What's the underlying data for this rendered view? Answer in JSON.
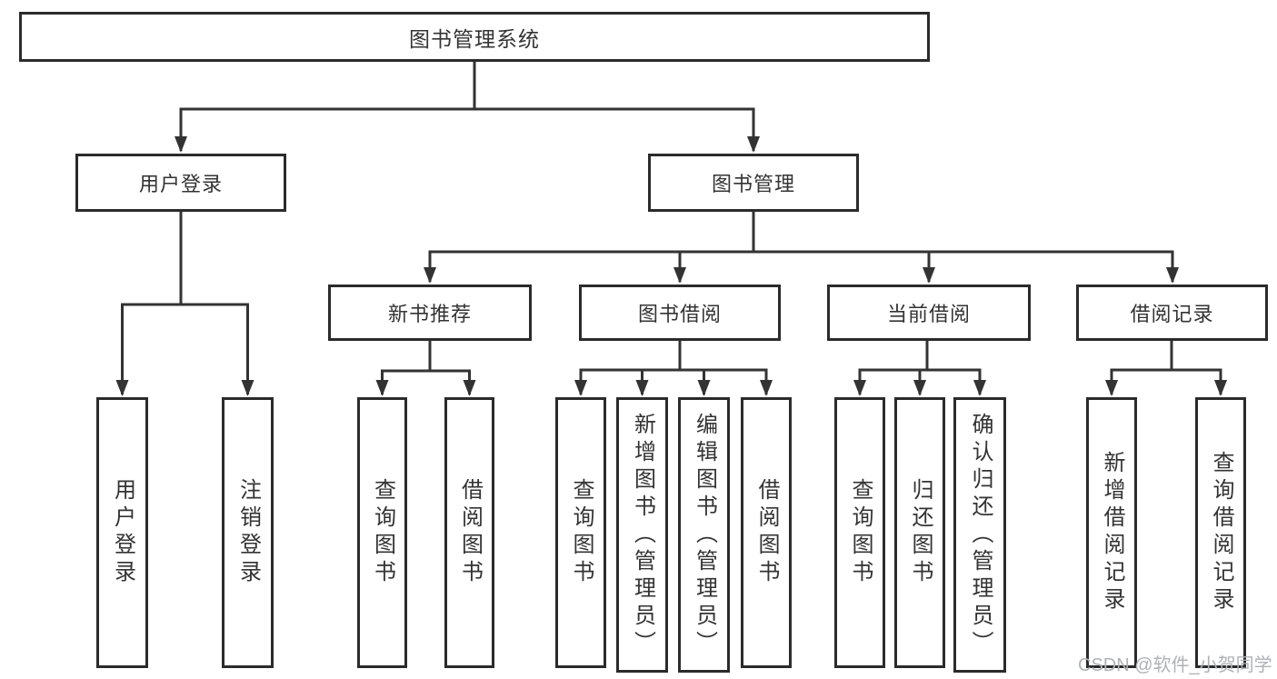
{
  "tree": {
    "root": {
      "label": "图书管理系统"
    },
    "children": [
      {
        "label": "用户登录",
        "children": [
          {
            "label": "用户登录"
          },
          {
            "label": "注销登录"
          }
        ]
      },
      {
        "label": "图书管理",
        "children": [
          {
            "label": "新书推荐",
            "children": [
              {
                "label": "查询图书"
              },
              {
                "label": "借阅图书"
              }
            ]
          },
          {
            "label": "图书借阅",
            "children": [
              {
                "label": "查询图书"
              },
              {
                "label": "新增图书（管理员）"
              },
              {
                "label": "编辑图书（管理员）"
              },
              {
                "label": "借阅图书"
              }
            ]
          },
          {
            "label": "当前借阅",
            "children": [
              {
                "label": "查询图书"
              },
              {
                "label": "归还图书"
              },
              {
                "label": "确认归还（管理员）"
              }
            ]
          },
          {
            "label": "借阅记录",
            "children": [
              {
                "label": "新增借阅记录"
              },
              {
                "label": "查询借阅记录"
              }
            ]
          }
        ]
      }
    ]
  },
  "watermark": {
    "text": "CSDN @软件_小贺同学"
  },
  "colors": {
    "line": "#333333",
    "box_border": "#2b2b2b",
    "text": "#333333",
    "watermark": "#aeb2b6",
    "background": "#ffffff"
  }
}
